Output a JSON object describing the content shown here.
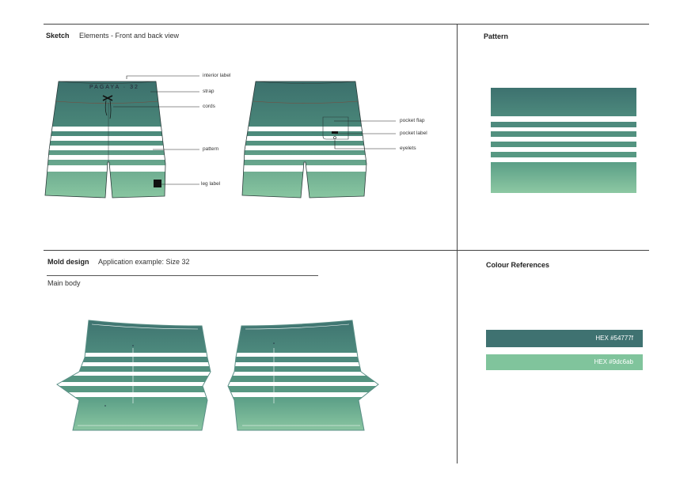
{
  "sketch": {
    "title": "Sketch",
    "subtitle": "Elements - Front and back view",
    "shorts_brand": "PAGAYA · 32",
    "callouts": {
      "interior_label": "interior label",
      "strap": "strap",
      "cords": "cords",
      "pattern": "pattern",
      "leg_label": "leg label",
      "pocket_flap": "pocket flap",
      "pocket_label": "pocket label",
      "eyelets": "eyelets"
    }
  },
  "pattern": {
    "title": "Pattern"
  },
  "mold": {
    "title": "Mold design",
    "subtitle": "Application example: Size 32",
    "main_body": "Main body"
  },
  "colours": {
    "title": "Colour References",
    "swatches": [
      {
        "label": "HEX #54777f",
        "color": "#54777f"
      },
      {
        "label": "HEX #9dc6ab",
        "color": "#9dc6ab"
      }
    ]
  }
}
